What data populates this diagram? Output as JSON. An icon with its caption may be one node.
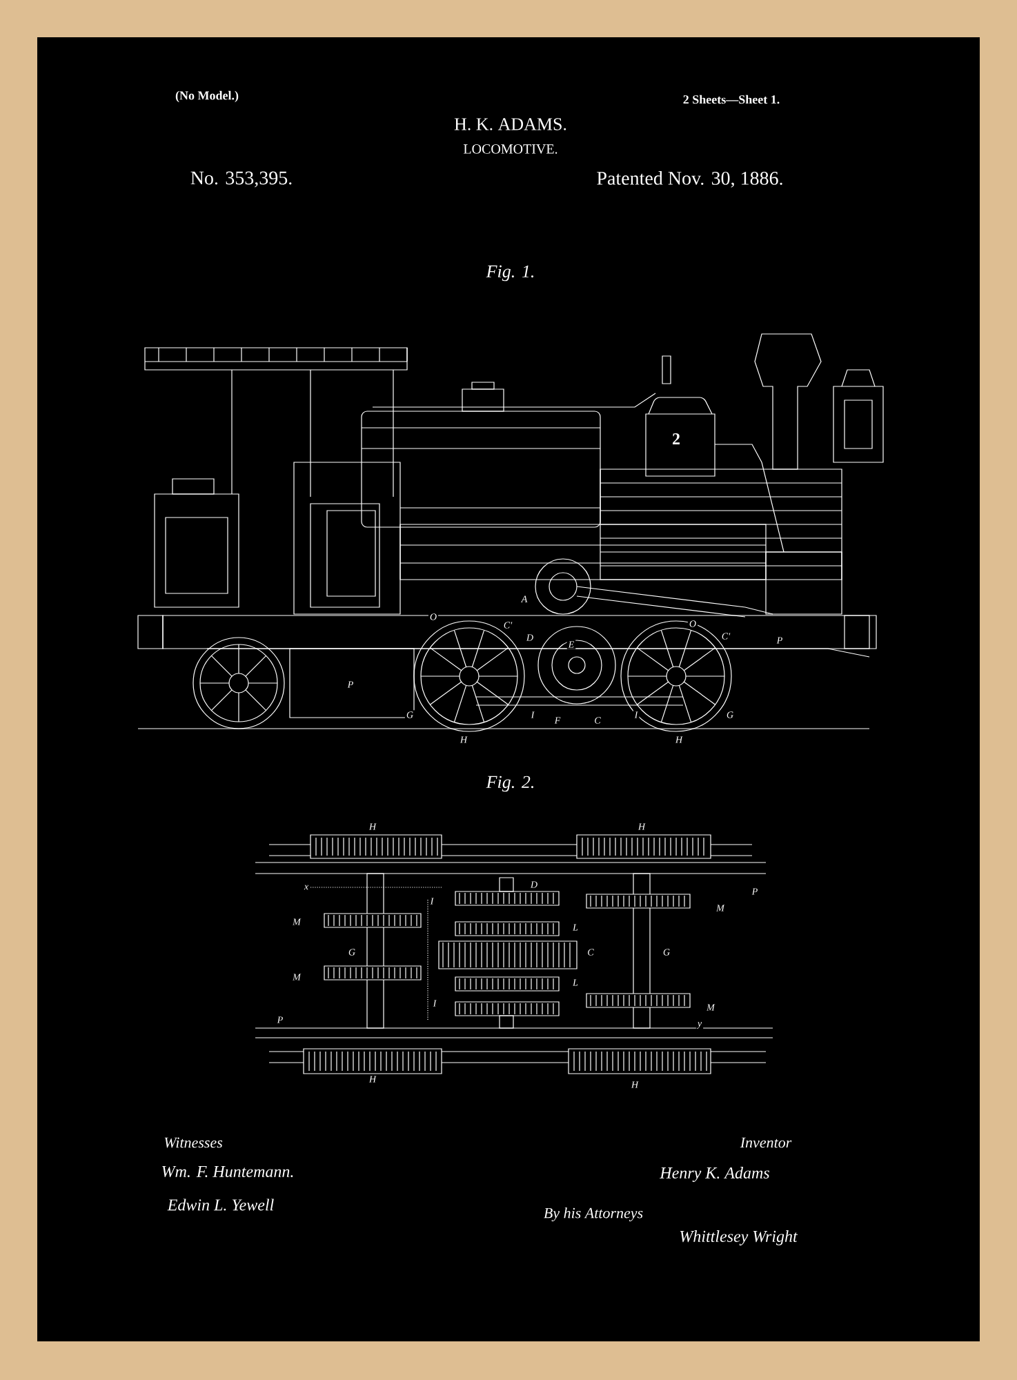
{
  "diagram": {
    "labels": [
      "(No Model.)",
      "H. K. ADAMS.",
      "LOCOMOTIVE.",
      "2 Sheets—Sheet 1.",
      "No. 353,395.",
      "Patented Nov. 30, 1886.",
      "Fig. 1.",
      "A",
      "O",
      "C'",
      "D",
      "E",
      "O",
      "C'",
      "P",
      "P",
      "G",
      "H",
      "I",
      "F",
      "C",
      "I",
      "G",
      "H",
      "Fig. 2.",
      "H",
      "H",
      "x",
      "I",
      "D",
      "P",
      "M",
      "M",
      "L",
      "G",
      "C",
      "G",
      "M",
      "L",
      "I",
      "M",
      "P",
      "y",
      "H",
      "H",
      "Witnesses",
      "Wm. F. Huntemann.",
      "Edwin L. Yewell",
      "Inventor",
      "Henry K. Adams",
      "By his Attorneys",
      "Whittlesey Wright",
      "2"
    ]
  }
}
